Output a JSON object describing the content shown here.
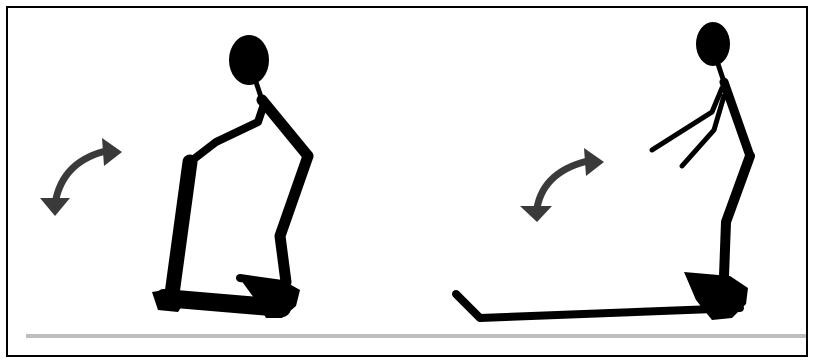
{
  "figure": {
    "panels": [
      {
        "name": "left-panel",
        "pose": "seated-leaning-forward",
        "arrow": "curved-double-arrow"
      },
      {
        "name": "right-panel",
        "pose": "standing-arms-forward",
        "arrow": "curved-double-arrow"
      }
    ],
    "colors": {
      "frame": "#000000",
      "figure": "#000000",
      "arrow": "#3a3a3a",
      "ground": "#bdbdbd",
      "background": "#ffffff"
    }
  }
}
